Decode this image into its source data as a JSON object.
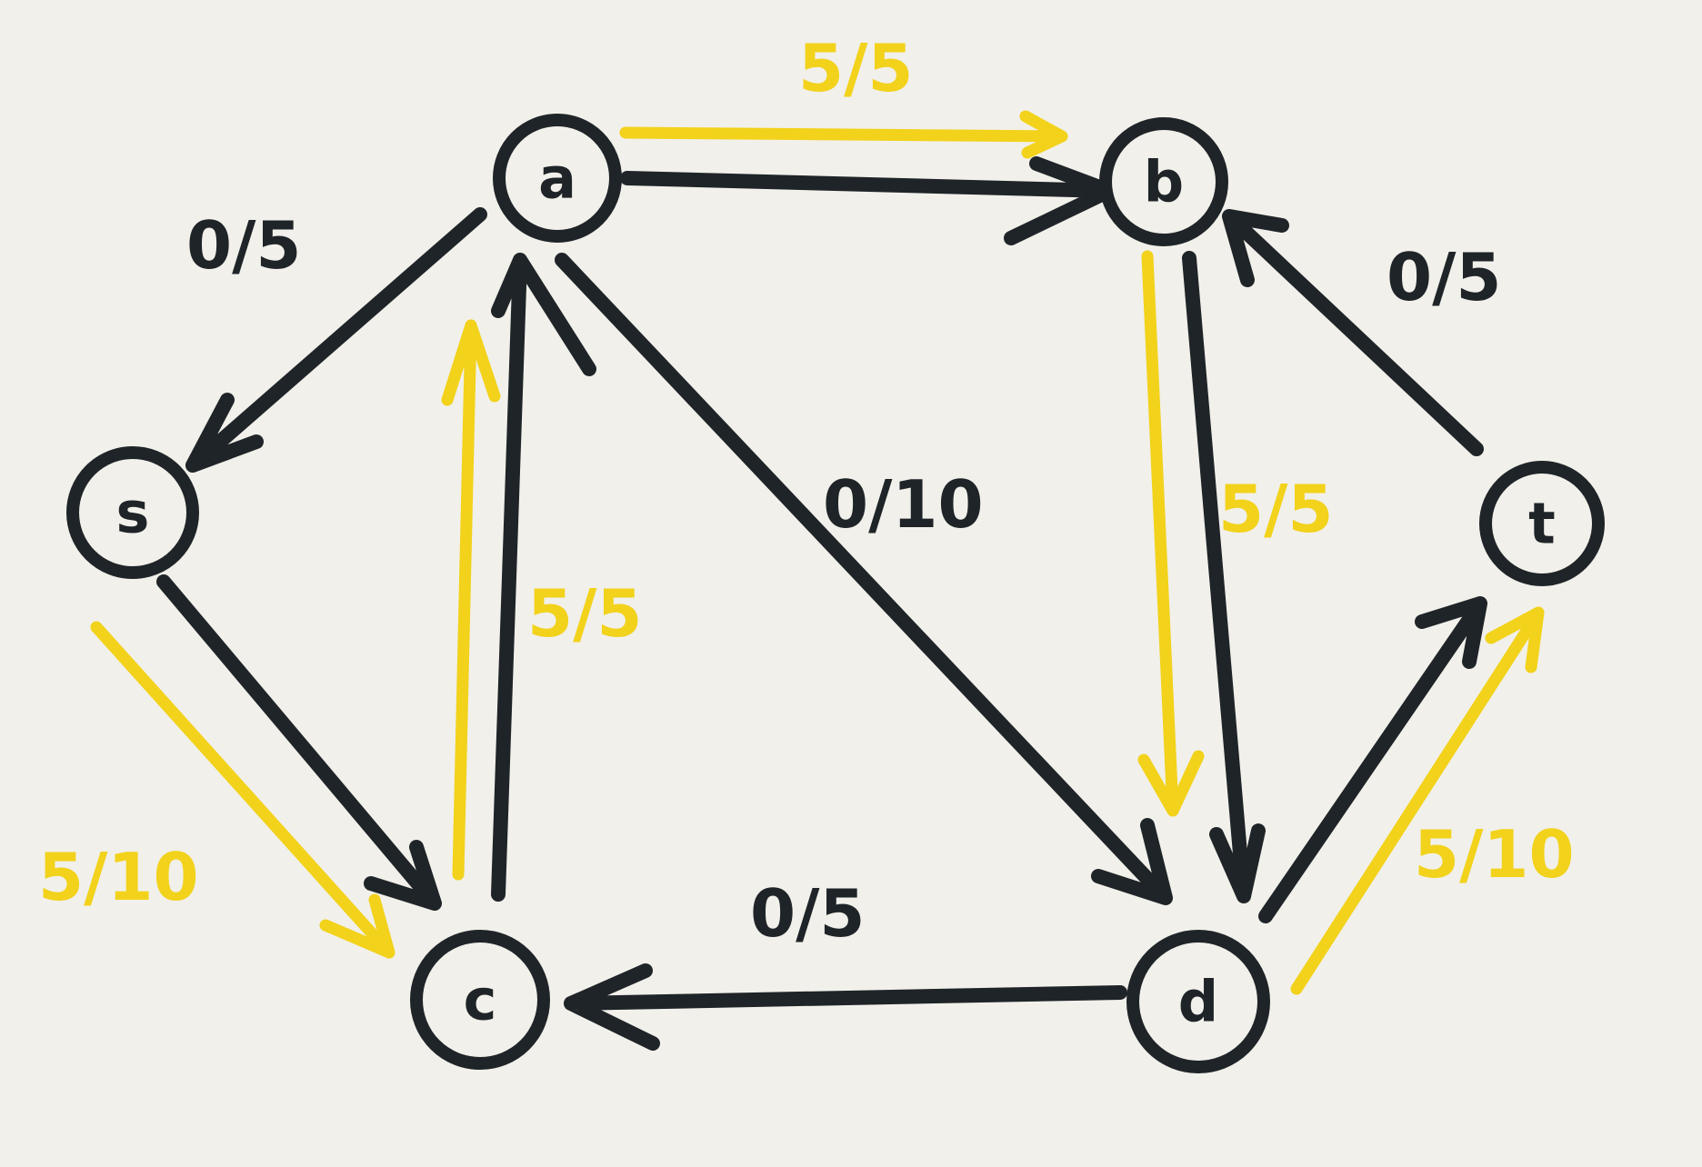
{
  "colors": {
    "paper": "#f1f0ea",
    "ink": "#1f2428",
    "highlight": "#f2d21b"
  },
  "nodes": {
    "s": "s",
    "a": "a",
    "b": "b",
    "c": "c",
    "d": "d",
    "t": "t"
  },
  "edges": {
    "a_s": "0/5",
    "a_b": "5/5",
    "a_d": "0/10",
    "b_d": "5/5",
    "t_b": "0/5",
    "s_c": "5/10",
    "c_a": "5/5",
    "d_c": "0/5",
    "d_t": "5/10"
  }
}
